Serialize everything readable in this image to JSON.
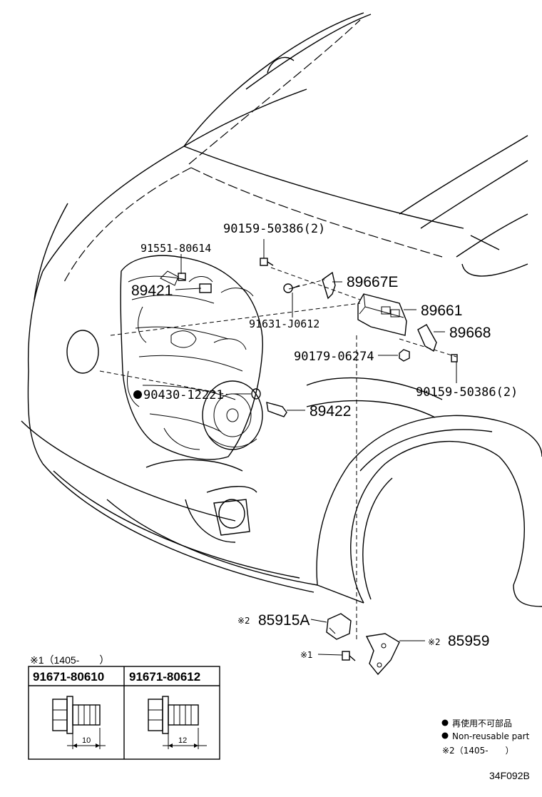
{
  "labels": {
    "p1": "90159-50386(2)",
    "p2": "91551-80614",
    "p3": "89421",
    "p4": "89667E",
    "p5": "89661",
    "p6": "91631-J0612",
    "p7": "89668",
    "p8": "90179-06274",
    "p9": "90159-50386(2)",
    "p10": "90430-12221",
    "p11": "89422",
    "p12": "85915A",
    "p13": "85959"
  },
  "marks": {
    "note2": "※2",
    "note1": "※1"
  },
  "table": {
    "header": "※1（1405-　　）",
    "col1": "91671-80610",
    "col2": "91671-80612",
    "dim1": "10",
    "dim2": "12"
  },
  "legend": {
    "jp": "再使用不可部品",
    "en": "Non-reusable part",
    "note2": "※2（1405-　　）"
  },
  "figure_code": "34F092B"
}
